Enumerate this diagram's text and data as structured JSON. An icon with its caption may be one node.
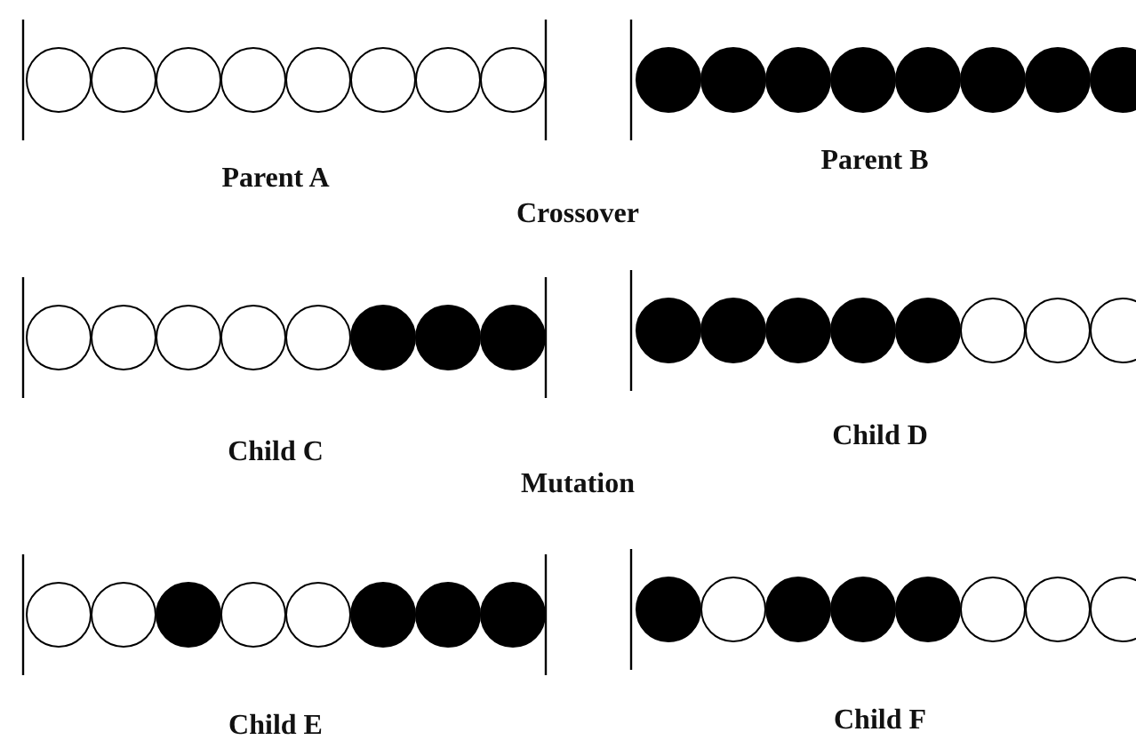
{
  "diagram": {
    "labels": [
      "Parent A",
      "Parent B",
      "Crossover",
      "Child C",
      "Child D",
      "Mutation",
      "Child E",
      "Child F"
    ]
  }
}
